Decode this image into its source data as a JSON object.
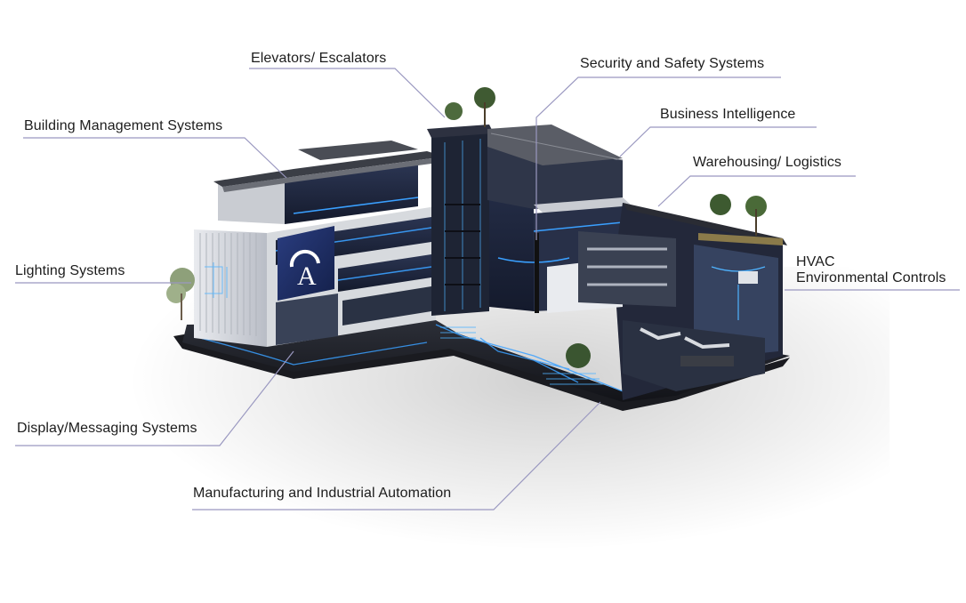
{
  "diagram": {
    "type": "annotated-illustration",
    "subject": "smart building cutaway with connected systems",
    "brand_logo": "Omega-A emblem",
    "leader_color": "#9a98c0",
    "accent_color": "#3aa0ff",
    "labels": {
      "elevators": "Elevators/ Escalators",
      "security": "Security and Safety Systems",
      "bms": "Building Management Systems",
      "bi": "Business Intelligence",
      "warehousing": "Warehousing/ Logistics",
      "lighting": "Lighting Systems",
      "hvac_line1": "HVAC",
      "hvac_line2": "Environmental Controls",
      "display": "Display/Messaging Systems",
      "manufacturing": "Manufacturing and Industrial Automation"
    },
    "logo_letters": "A"
  }
}
